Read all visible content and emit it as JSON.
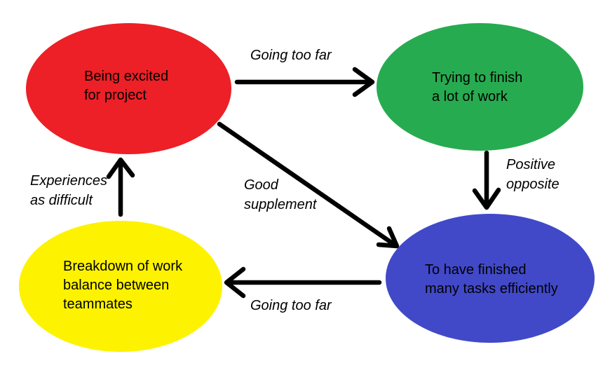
{
  "diagram": {
    "type": "cycle-flow-diagram",
    "background": "#ffffff",
    "colors": {
      "red_node": "#ec2026",
      "green_node": "#27ab50",
      "blue_node": "#4149c8",
      "yellow_node": "#fdf200",
      "arrow": "#000000",
      "text": "#000000"
    },
    "nodes": {
      "red": {
        "line1": "Being excited",
        "line2": "for project"
      },
      "green": {
        "line1": "Trying to finish",
        "line2": "a lot of work"
      },
      "blue": {
        "line1": "To have finished",
        "line2": "many tasks efficiently"
      },
      "yellow": {
        "line1": "Breakdown of work",
        "line2": "balance between",
        "line3": "teammates"
      }
    },
    "edges": {
      "red_to_green": {
        "label": "Going too far"
      },
      "green_to_blue": {
        "label_line1": "Positive",
        "label_line2": "opposite"
      },
      "red_to_blue": {
        "label_line1": "Good",
        "label_line2": "supplement"
      },
      "blue_to_yellow": {
        "label": "Going too far"
      },
      "yellow_to_red": {
        "label_line1": "Experiences",
        "label_line2": "as difficult"
      }
    }
  }
}
